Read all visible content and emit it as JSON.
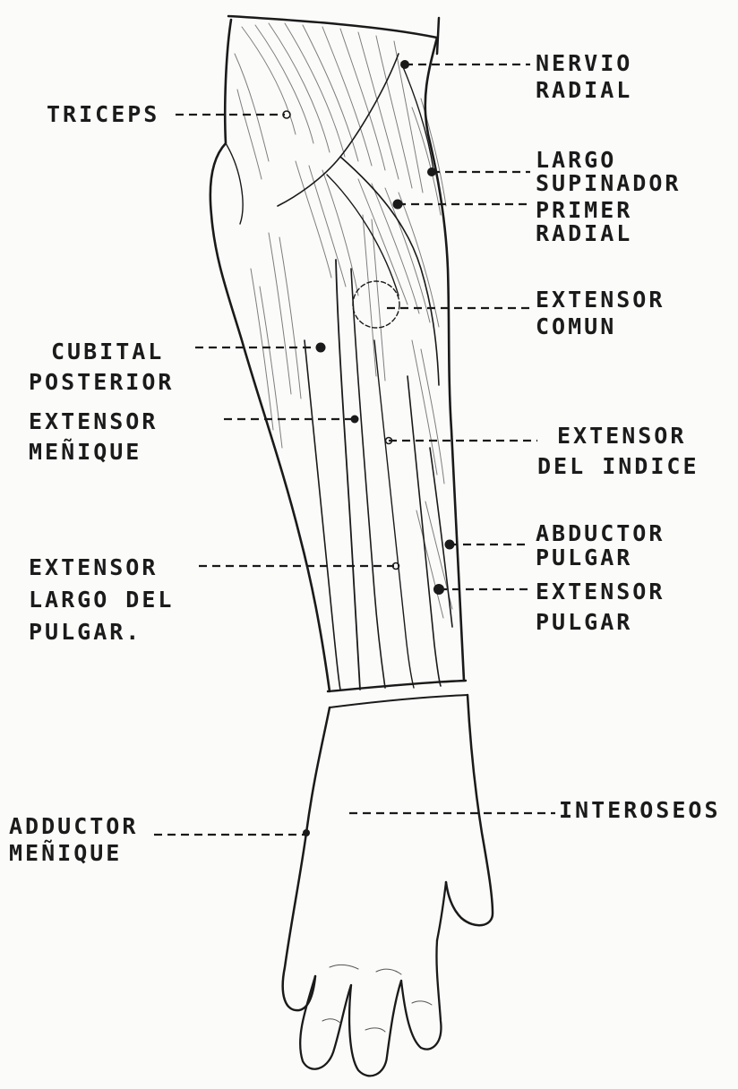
{
  "diagram": {
    "labels": {
      "nervio_radial": [
        "NERVIO",
        "RADIAL"
      ],
      "triceps": [
        "TRICEPS"
      ],
      "largo_supinador": [
        "LARGO",
        "SUPINADOR"
      ],
      "primer_radial": [
        "PRIMER",
        "RADIAL"
      ],
      "extensor_comun": [
        "EXTENSOR",
        "COMUN"
      ],
      "cubital_posterior": [
        "CUBITAL",
        "POSTERIOR"
      ],
      "extensor_menique": [
        "EXTENSOR",
        "MEÑIQUE"
      ],
      "extensor_del_indice": [
        "EXTENSOR",
        "DEL INDICE"
      ],
      "abductor_pulgar": [
        "ABDUCTOR",
        "PULGAR"
      ],
      "extensor_pulgar": [
        "EXTENSOR",
        "PULGAR"
      ],
      "extensor_largo_del_pulgar": [
        "EXTENSOR",
        "LARGO DEL",
        "PULGAR."
      ],
      "interoseos": [
        "INTEROSEOS"
      ],
      "adductor_menique": [
        "ADDUCTOR",
        "MEÑIQUE"
      ]
    }
  }
}
